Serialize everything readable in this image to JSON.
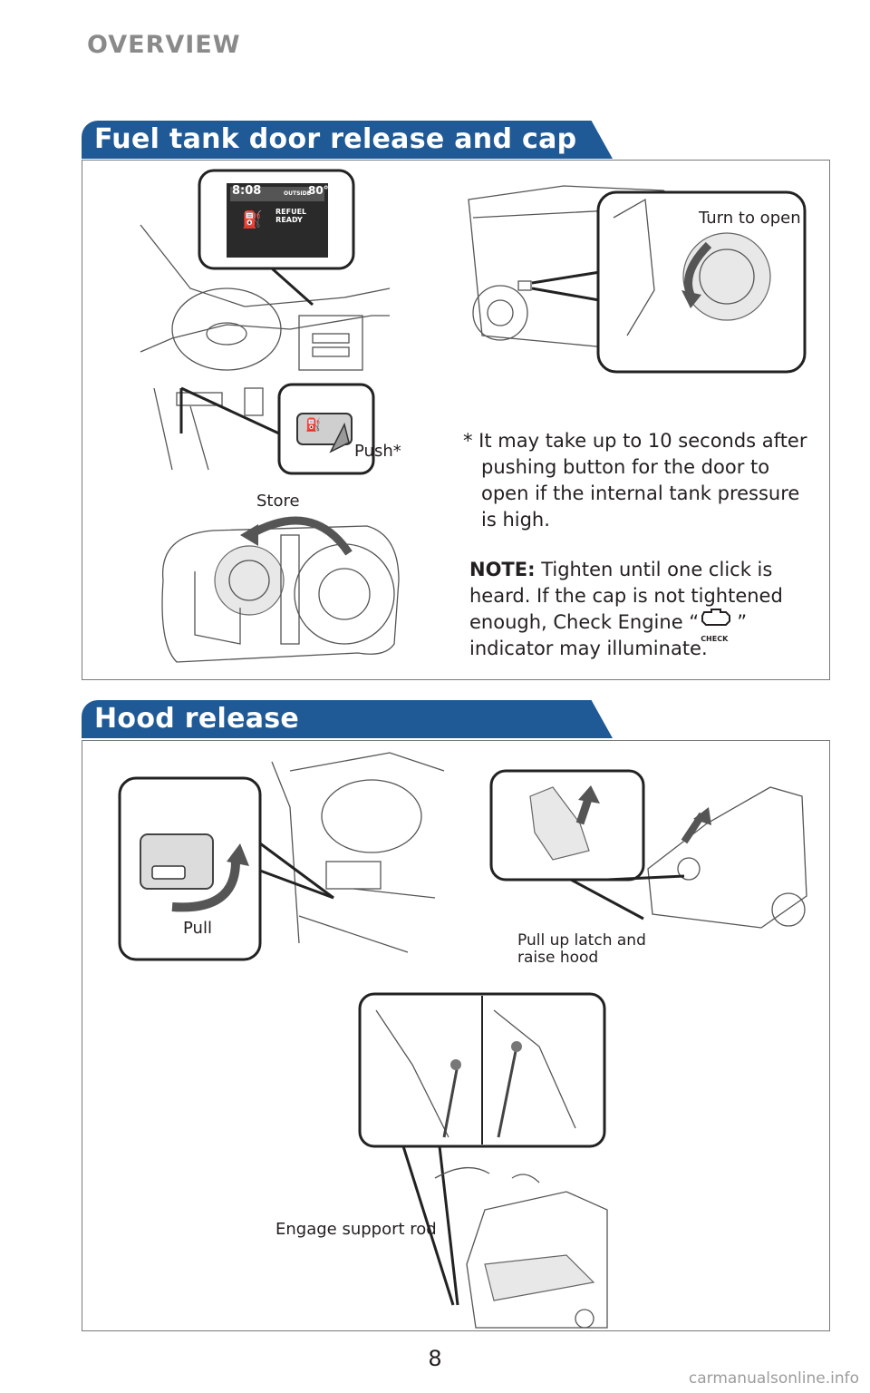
{
  "header": {
    "section": "OVERVIEW"
  },
  "fuel": {
    "title": "Fuel tank door release and cap",
    "display_time": "8:08",
    "display_outside": "OUTSIDE",
    "display_temp": "80°F",
    "display_refuel_1": "REFUEL",
    "display_refuel_2": "READY",
    "turn_to_open": "Turn to open",
    "push": "Push*",
    "store": "Store",
    "footnote": [
      "* It may take up to 10 seconds after",
      "pushing button for the door to",
      "open if the internal tank pressure",
      "is high."
    ],
    "note_label": "NOTE:",
    "note_line1": "Tighten until one click is",
    "note_line2": "heard. If the cap is not tightened",
    "note_line3a": "enough, Check Engine “",
    "note_line3b": "”",
    "note_line4": "indicator may illuminate.",
    "check_icon_text": "CHECK"
  },
  "hood": {
    "title": "Hood release",
    "pull": "Pull",
    "pull_up_1": "Pull up latch and",
    "pull_up_2": "raise hood",
    "engage": "Engage support rod"
  },
  "footer": {
    "page": "8",
    "watermark": "carmanualsonline.info"
  },
  "colors": {
    "tab_blue": "#1f5a96",
    "text": "#231f20",
    "muted": "#8a8a8a"
  },
  "icons": [
    "fuel-pump-icon",
    "check-engine-icon",
    "hood-release-icon",
    "arrow-icon"
  ]
}
